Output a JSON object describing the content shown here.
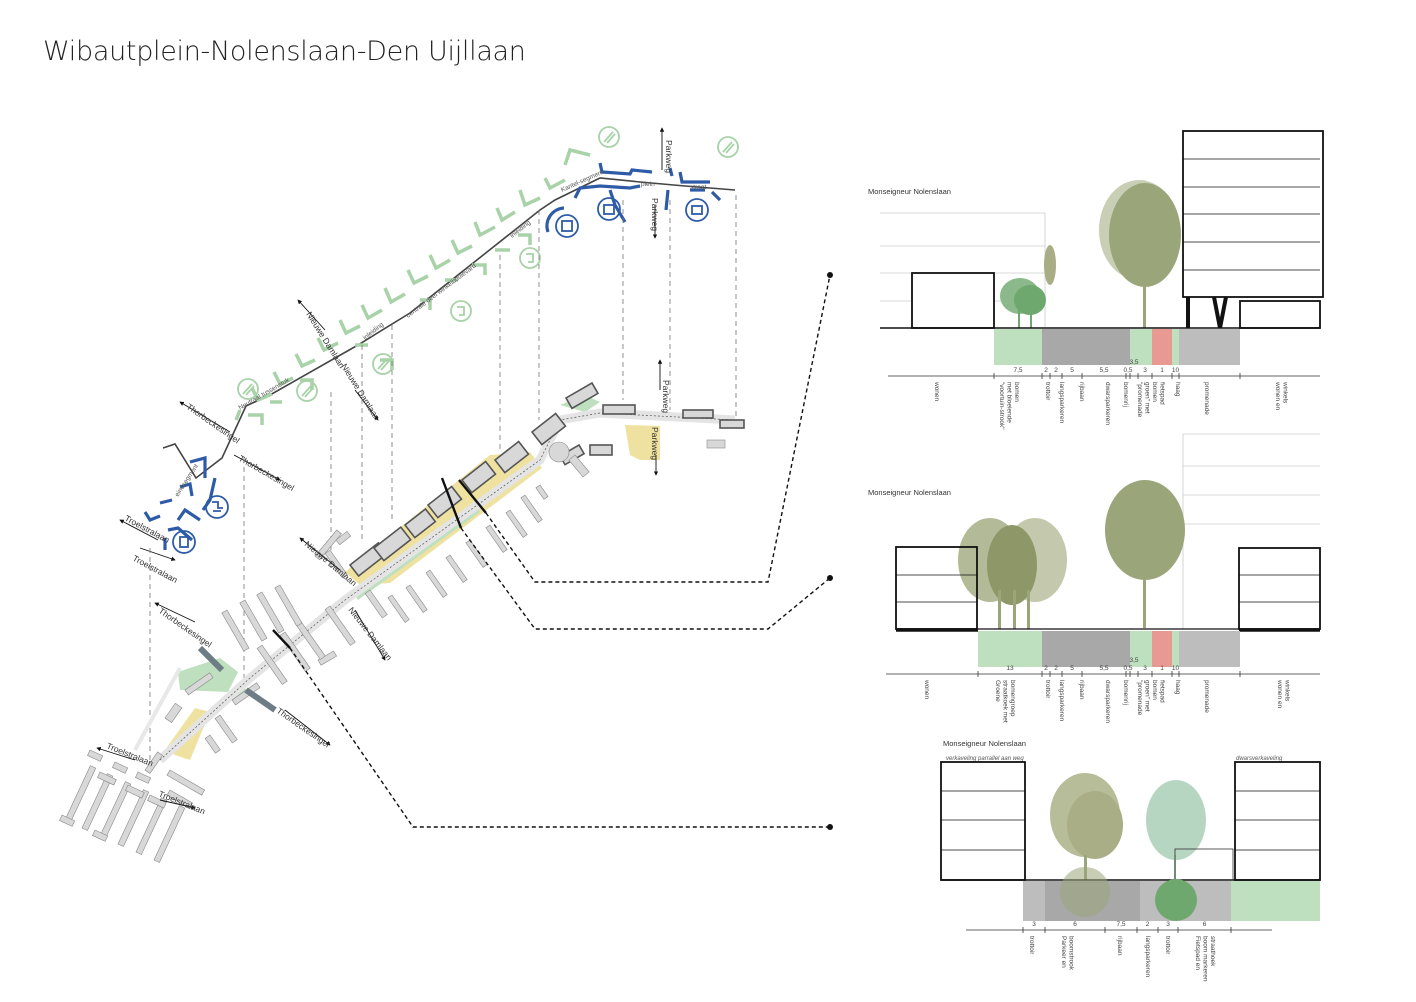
{
  "title": "Wibautplein-Nolenslaan-Den Uijllaan",
  "colors": {
    "green": "#9fcf9f",
    "green_soft": "#bde0bd",
    "blue": "#2e5ba8",
    "yellow": "#efe2a0",
    "grey": "#d6d6d6",
    "dark_grey": "#6e7c85",
    "red": "#e89a92",
    "tree_olive": "#9aa57a"
  },
  "map": {
    "segments": {
      "eindsegment": "eindsegment",
      "neutraal": "Neutraal tussenstuk",
      "inleiding1": "inleiding",
      "centraal": "centrale deel winkelboulevard",
      "inleiding2": "inleiding",
      "kantel": "Kantel-segment",
      "plein": "plein",
      "straat": "straat"
    },
    "streets": {
      "troelstralaan_a": "Troelstralaan",
      "troelstralaan_b": "Troelstralaan",
      "thorbecke_a": "Thorbeckesingel",
      "thorbecke_b": "Thorbeckesingel",
      "nieuwe_damlaan_a": "Nieuwe Damlaan",
      "nieuwe_damlaan_b": "Nieuwe Damlaan",
      "parkweg_a": "Parkweg",
      "parkweg_b": "Parkweg",
      "troelstralaan_c": "Troelstralaan",
      "troelstralaan_d": "Troelstralaan",
      "thorbecke_c": "Thorbeckesingel",
      "thorbecke_d": "Thorbeckesingel",
      "nieuwe_damlaan_c": "Nieuwe Damlaan",
      "nieuwe_damlaan_d": "Nieuwe Damlaan",
      "parkweg_c": "Parkweg",
      "parkweg_d": "Parkweg"
    }
  },
  "sections": [
    {
      "title": "Monseigneur Nolenslaan",
      "dims": [
        "7,5",
        "2",
        "2",
        "5",
        "5,5",
        "0,5",
        "3,5",
        "3",
        "1",
        "10"
      ],
      "zones": [
        "wonen",
        "\"voortuin-strook\" met bloeiende bomen",
        "trottoir",
        "langsparkeren",
        "rijbaan",
        "dwarsparkeren",
        "bomenrij",
        "\"promenade groen\" met bomen",
        "fietspad",
        "haag",
        "promenade",
        "wonen en winkels"
      ]
    },
    {
      "title": "Monseigneur Nolenslaan",
      "dims": [
        "13",
        "2",
        "2",
        "5",
        "5,5",
        "0,5",
        "3,5",
        "3",
        "1",
        "10"
      ],
      "zones": [
        "wonen",
        "Groene straatkoek met bomengroep",
        "trottoir",
        "langsparkeren",
        "rijbaan",
        "dwarsparkeren",
        "bomenrij",
        "\"promenade groen\" met bomen",
        "fietspad",
        "haag",
        "promenade",
        "wonen en winkels"
      ]
    },
    {
      "title": "Monseigneur Nolenslaan",
      "subtitle_left": "verkaveling parrallel aan weg",
      "subtitle_right": "dwarsverkaveling",
      "dims": [
        "3",
        "6",
        "7,5",
        "2",
        "3",
        "6"
      ],
      "zones": [
        "trottoir",
        "Parkeer en boomstrook",
        "rijbaan",
        "langsparkeren",
        "trottoir",
        "Fietspad en boom markeren straathoek"
      ]
    }
  ]
}
